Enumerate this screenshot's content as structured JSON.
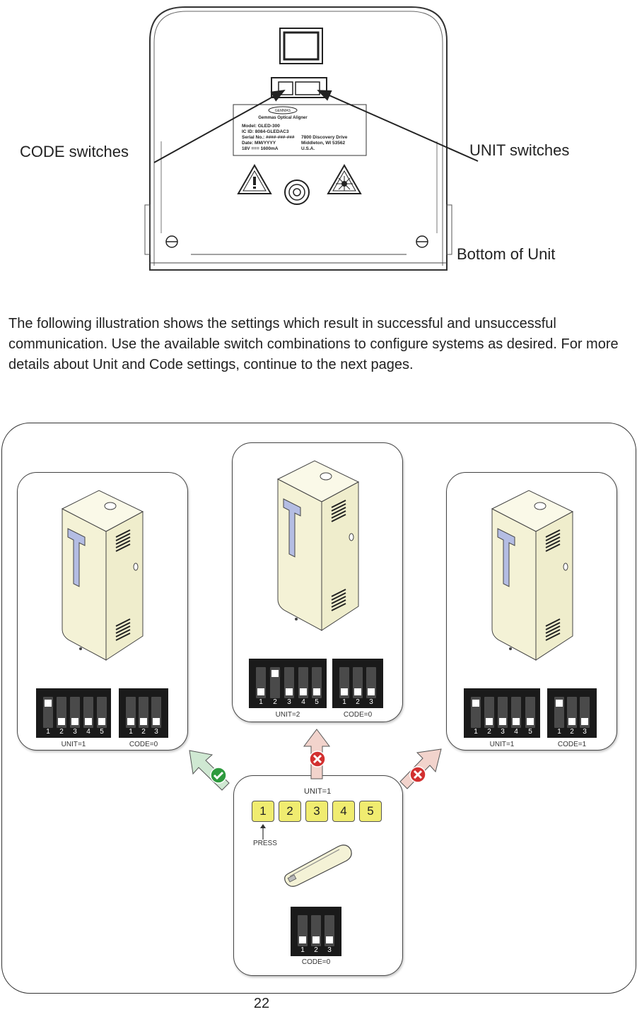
{
  "callouts": {
    "code_switches": "CODE switches",
    "unit_switches": "UNIT switches",
    "bottom_of_unit": "Bottom of Unit"
  },
  "label_plate": {
    "brand": "Gemmas Optical Aligner",
    "line1": "Model: GLED-300",
    "line2": "IC ID: 8084-GLEDAC3",
    "line3": "Serial No.: ####-###-###",
    "line4": "Date: MM/YYYY",
    "line5": "18V === 1600mA",
    "addr1": "7800 Discovery Drive",
    "addr2": "Middleton, WI 53562",
    "addr3": "U.S.A."
  },
  "intro_text": "The following illustration shows the settings which result in successful and unsuccessful communication.  Use the available switch combinations to configure systems as desired.   For more details about Unit and Code settings, continue to the next pages.",
  "diagram": {
    "panels": {
      "left": {
        "unit_caption": "UNIT=1",
        "code_caption": "CODE=0",
        "result": "success"
      },
      "middle": {
        "unit_caption": "UNIT=2",
        "code_caption": "CODE=0",
        "result": "fail"
      },
      "right": {
        "unit_caption": "UNIT=1",
        "code_caption": "CODE=1",
        "result": "fail"
      }
    },
    "remote": {
      "unit_caption": "UNIT=1",
      "keys": [
        "1",
        "2",
        "3",
        "4",
        "5"
      ],
      "press_label": "PRESS",
      "code_caption": "CODE=0"
    },
    "colors": {
      "success": "#2e9a3e",
      "fail": "#d23030",
      "unit_body": "#f4f2d6",
      "handle": "#b4bde3",
      "key": "#f0ec70"
    }
  },
  "page_number": "22"
}
